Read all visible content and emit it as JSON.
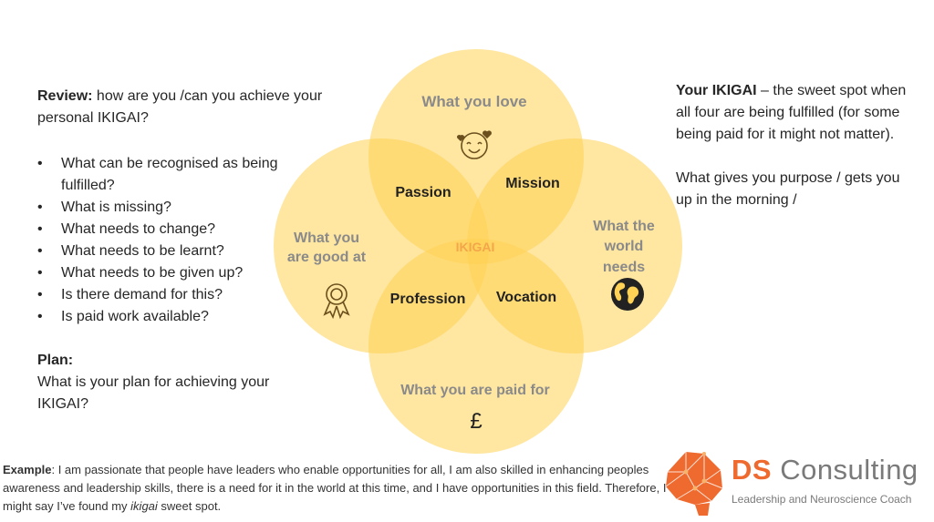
{
  "left": {
    "review_title": "Review:",
    "review_text": "how are you /can you achieve your personal IKIGAI?",
    "bullets": [
      "What can be recognised as being fulfilled?",
      "What is missing?",
      "What needs to change?",
      "What needs to be learnt?",
      "What needs to be given up?",
      "Is there demand for this?",
      "Is paid work available?"
    ],
    "plan_title": "Plan:",
    "plan_text": "What is your plan for achieving your IKIGAI?"
  },
  "right": {
    "title": "Your IKIGAI",
    "line1": " – the sweet spot when",
    "line2": "all four are being fulfilled (for some",
    "line3": "being paid for it might not matter).",
    "line4": "What gives you purpose / gets you",
    "line5": "up in the morning /"
  },
  "venn": {
    "top": "What you love",
    "left_line1": "What you",
    "left_line2": "are good at",
    "right_line1": "What the",
    "right_line2": "world",
    "right_line3": "needs",
    "bottom": "What you are paid for",
    "passion": "Passion",
    "mission": "Mission",
    "profession": "Profession",
    "vocation": "Vocation",
    "center": "IKIGAI",
    "pound": "£",
    "icons": [
      "smiley-hearts-icon",
      "award-ribbon-icon",
      "globe-icon"
    ],
    "colors": {
      "circle": "#ffd154",
      "label": "#8a8a8a",
      "overlap_label": "#222222",
      "center": "#f4a64a"
    }
  },
  "example": {
    "label": "Example",
    "text": ": I am passionate that people have leaders who enable opportunities for all, I am also skilled in enhancing peoples awareness and leadership skills, there is a need for it in the world at this time, and I have opportunities in this field. Therefore, I might say I’ve found my ",
    "em": "ikigai",
    "tail": " sweet spot."
  },
  "logo": {
    "brand": "DS",
    "name": " Consulting",
    "tagline": "Leadership and Neuroscience Coach"
  }
}
